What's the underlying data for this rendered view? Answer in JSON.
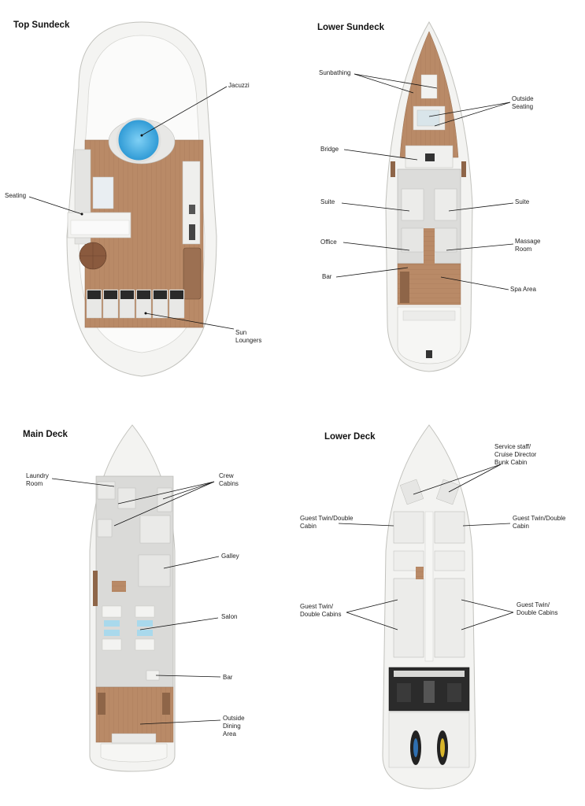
{
  "decks": {
    "top_sundeck": {
      "title": "Top Sundeck",
      "labels": {
        "jacuzzi": "Jacuzzi",
        "seating": "Seating",
        "sun_loungers_1": "Sun",
        "sun_loungers_2": "Loungers"
      }
    },
    "lower_sundeck": {
      "title": "Lower Sundeck",
      "labels": {
        "sunbathing": "Sunbathing",
        "outside_seating_1": "Outside",
        "outside_seating_2": "Seating",
        "bridge": "Bridge",
        "suite_left": "Suite",
        "suite_right": "Suite",
        "office": "Office",
        "massage_room_1": "Massage",
        "massage_room_2": "Room",
        "bar": "Bar",
        "spa_area": "Spa Area"
      }
    },
    "main_deck": {
      "title": "Main Deck",
      "labels": {
        "laundry_room_1": "Laundry",
        "laundry_room_2": "Room",
        "crew_cabins_1": "Crew",
        "crew_cabins_2": "Cabins",
        "galley": "Galley",
        "salon": "Salon",
        "bar": "Bar",
        "outside_dining_1": "Outside",
        "outside_dining_2": "Dining",
        "outside_dining_3": "Area"
      }
    },
    "lower_deck": {
      "title": "Lower Deck",
      "labels": {
        "service_staff_1": "Service staff/",
        "service_staff_2": "Cruise Director",
        "service_staff_3": "Bunk Cabin",
        "guest_left_1": "Guest Twin/Double",
        "guest_left_2": "Cabin",
        "guest_right_1": "Guest Twin/Double",
        "guest_right_2": "Cabin",
        "guest_cabins_left_1": "Guest Twin/",
        "guest_cabins_left_2": "Double Cabins",
        "guest_cabins_right_1": "Guest Twin/",
        "guest_cabins_right_2": "Double Cabins"
      }
    }
  },
  "colors": {
    "hull": "#f2f2f0",
    "hull_stroke": "#bdbdb8",
    "teak": "#b98a67",
    "teak_dark": "#8e6548",
    "interior": "#d8d8d6",
    "water": "#3aa6de",
    "lounger": "#2a2a2a"
  }
}
